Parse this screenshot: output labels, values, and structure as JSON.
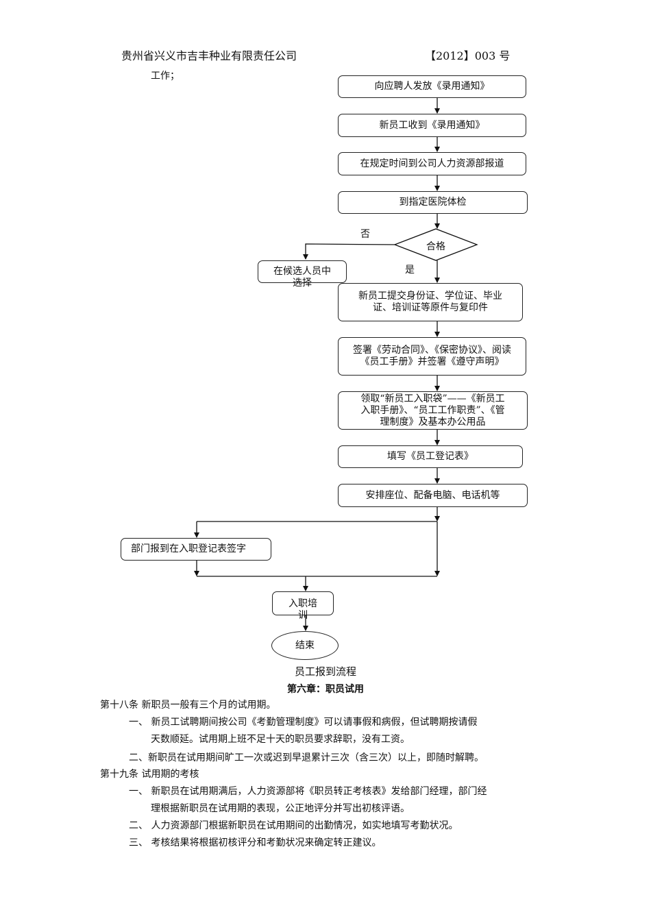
{
  "header": {
    "company": "贵州省兴义市吉丰种业有限责任公司",
    "doc_no": "【2012】003 号"
  },
  "prev_tail": "工作；",
  "flow": {
    "steps": [
      "向应聘人发放《录用通知》",
      "新员工收到《录用通知》",
      "在规定时间到公司人力资源部报道",
      "到指定医院体检"
    ],
    "decision": "合格",
    "no_label": "否",
    "yes_label": "是",
    "candidate": [
      "在候选人员中",
      "选择"
    ],
    "submit_docs": [
      "新员工提交身份证、学位证、毕业",
      "证、培训证等原件与复印件"
    ],
    "sign": [
      "签署《劳动合同》、《保密协议》、阅读",
      "《员工手册》并签署《遵守声明》"
    ],
    "collect": [
      "领取“新员工入职袋”——《新员工",
      "入职手册》、“员工工作职责”、《管",
      "理制度》及基本办公用品"
    ],
    "register": "填写《员工登记表》",
    "arrange": "安排座位、配备电脑、电话机等",
    "dept_sign": "部门报到在入职登记表签字",
    "training": [
      "入职培",
      "训"
    ],
    "end": "结束",
    "caption": "员工报到流程"
  },
  "chapter": {
    "title": "第六章：职员试用",
    "art18": {
      "head": "第十八条  新职员一般有三个月的试用期。",
      "item1": [
        "一、      新员工试聘期间按公司《考勤管理制度》可以请事假和病假，但试聘期按请假",
        "天数顺延。试用期上班不足十天的职员要求辞职，没有工资。"
      ],
      "item2": "二、新职员在试用期间旷工一次或迟到早退累计三次（含三次）以上，即随时解聘。"
    },
    "art19": {
      "head": "第十九条   试用期的考核",
      "item1": [
        "一、      新职员在试用期满后，人力资源部将《职员转正考核表》发给部门经理，部门经",
        "理根据新职员在试用期的表现，公正地评分并写出初核评语。"
      ],
      "item2": "二、 人力资源部门根据新职员在试用期间的出勤情况，如实地填写考勤状况。",
      "item3": "三、 考核结果将根据初核评分和考勤状况来确定转正建议。"
    }
  }
}
